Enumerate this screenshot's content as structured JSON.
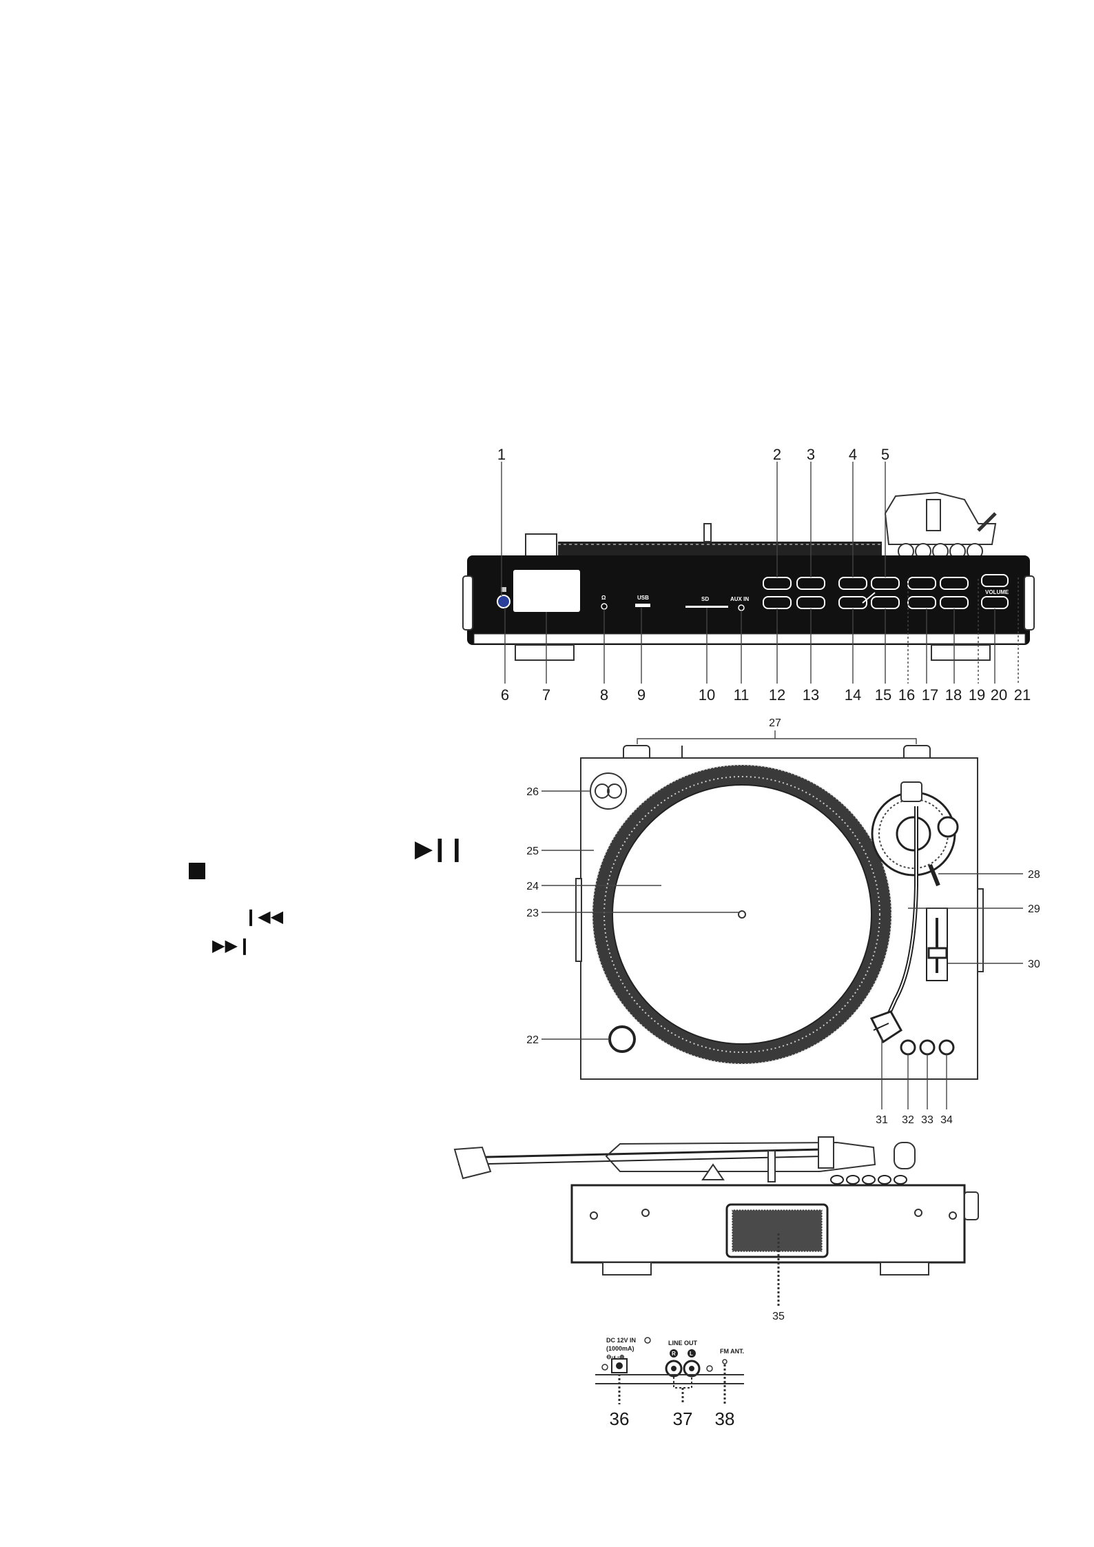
{
  "front_view": {
    "callouts_top": [
      "1",
      "2",
      "3",
      "4",
      "5"
    ],
    "callouts_bottom": [
      "6",
      "7",
      "8",
      "9",
      "10",
      "11",
      "12",
      "13",
      "14",
      "15",
      "16",
      "17",
      "18",
      "19",
      "20",
      "21"
    ],
    "panel_labels": {
      "usb": "USB",
      "sd": "SD",
      "aux_in": "AUX IN",
      "volume": "VOLUME"
    }
  },
  "top_view": {
    "callouts": [
      "22",
      "23",
      "24",
      "25",
      "26",
      "27",
      "28",
      "29",
      "30",
      "31",
      "32",
      "33",
      "34"
    ]
  },
  "side_view": {
    "callouts": [
      "35"
    ]
  },
  "rear_panel": {
    "dc_label_1": "DC 12V IN",
    "dc_label_2": "(1000mA)",
    "line_out_label": "LINE OUT",
    "right_channel": "R",
    "left_channel": "L",
    "fm_label": "FM ANT.",
    "callouts": [
      "36",
      "37",
      "38"
    ]
  },
  "icons": [
    "play-pause-icon",
    "stop-icon",
    "skip-back-icon",
    "skip-forward-icon"
  ]
}
